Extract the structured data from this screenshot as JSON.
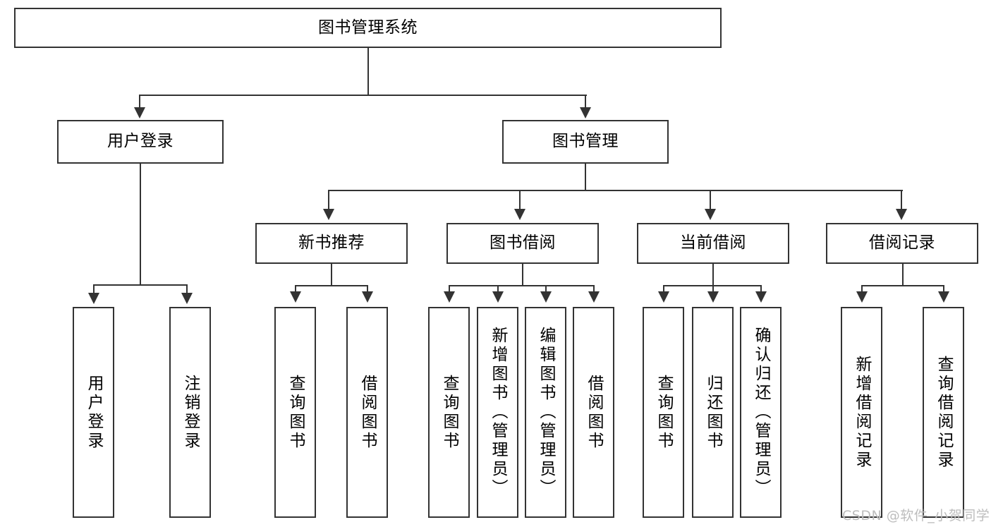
{
  "diagram": {
    "title": "图书管理系统",
    "type": "hierarchy-tree",
    "levels": {
      "root": {
        "label": "图书管理系统"
      },
      "level2": [
        {
          "label": "用户登录"
        },
        {
          "label": "图书管理"
        }
      ],
      "level3": [
        {
          "label": "新书推荐"
        },
        {
          "label": "图书借阅"
        },
        {
          "label": "当前借阅"
        },
        {
          "label": "借阅记录"
        }
      ],
      "leaves": {
        "user_login": [
          {
            "label": "用户登录"
          },
          {
            "label": "注销登录"
          }
        ],
        "new_book_recommend": [
          {
            "label": "查询图书"
          },
          {
            "label": "借阅图书"
          }
        ],
        "book_borrow": [
          {
            "label": "查询图书"
          },
          {
            "label": "新增图书（管理员）"
          },
          {
            "label": "编辑图书（管理员）"
          },
          {
            "label": "借阅图书"
          }
        ],
        "current_borrow": [
          {
            "label": "查询图书"
          },
          {
            "label": "归还图书"
          },
          {
            "label": "确认归还（管理员）"
          }
        ],
        "borrow_record": [
          {
            "label": "新增借阅记录"
          },
          {
            "label": "查询借阅记录"
          }
        ]
      }
    }
  },
  "watermark": {
    "text": "CSDN @软件_小贺同学"
  },
  "colors": {
    "border": "#333333",
    "background": "#ffffff",
    "text": "#000000",
    "watermark": "#bdbdbd"
  }
}
